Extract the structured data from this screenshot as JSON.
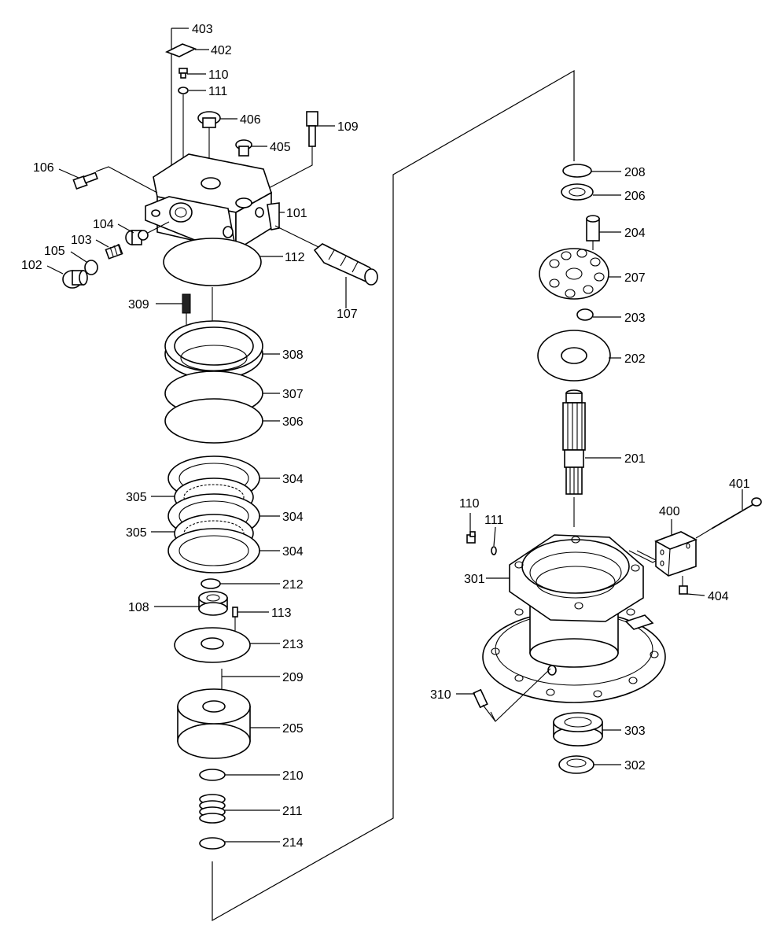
{
  "diagram": {
    "labels": {
      "p403": "403",
      "p402": "402",
      "p110a": "110",
      "p111a": "111",
      "p406": "406",
      "p405": "405",
      "p109": "109",
      "p106": "106",
      "p101": "101",
      "p104": "104",
      "p103": "103",
      "p105": "105",
      "p102": "102",
      "p112": "112",
      "p107": "107",
      "p309": "309",
      "p308": "308",
      "p307": "307",
      "p306": "306",
      "p304a": "304",
      "p305a": "305",
      "p304b": "304",
      "p305b": "305",
      "p304c": "304",
      "p212": "212",
      "p108": "108",
      "p113": "113",
      "p213": "213",
      "p209": "209",
      "p205": "205",
      "p210": "210",
      "p211": "211",
      "p214": "214",
      "p208": "208",
      "p206": "206",
      "p204": "204",
      "p207": "207",
      "p203": "203",
      "p202": "202",
      "p201": "201",
      "p401": "401",
      "p400": "400",
      "p110b": "110",
      "p111b": "111",
      "p301": "301",
      "p404": "404",
      "p310": "310",
      "p303": "303",
      "p302": "302"
    }
  }
}
